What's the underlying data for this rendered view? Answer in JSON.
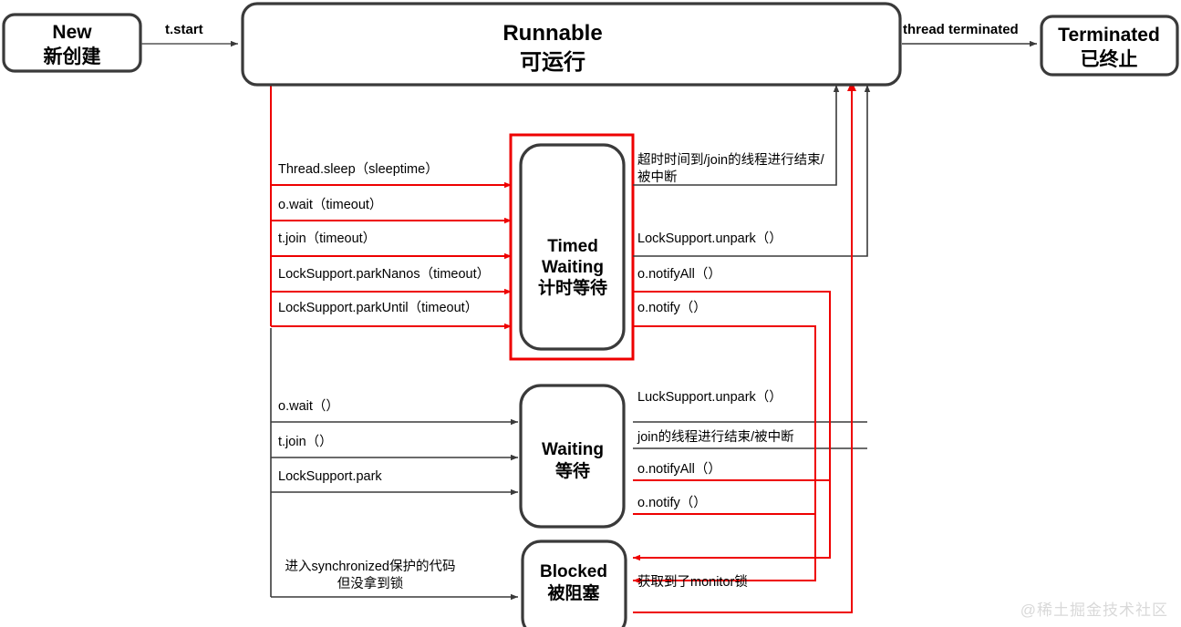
{
  "diagram": {
    "title": "Java Thread State Transition Diagram",
    "colors": {
      "stroke_dark": "#3a3a3a",
      "stroke_red": "#ee0000",
      "text": "#000000",
      "watermark": "#d9d9d9"
    },
    "watermark": "@稀土掘金技术社区"
  },
  "states": {
    "new": {
      "en": "New",
      "zh": "新创建"
    },
    "runnable": {
      "en": "Runnable",
      "zh": "可运行"
    },
    "terminated": {
      "en": "Terminated",
      "zh": "已终止"
    },
    "timed_waiting": {
      "en": "Timed",
      "en2": "Waiting",
      "zh": "计时等待"
    },
    "waiting": {
      "en": "Waiting",
      "zh": "等待"
    },
    "blocked": {
      "en": "Blocked",
      "zh": "被阻塞"
    }
  },
  "edges": {
    "new_to_runnable": "t.start",
    "runnable_to_terminated": "thread terminated",
    "to_timed_waiting": [
      "Thread.sleep（sleeptime）",
      "o.wait（timeout）",
      "t.join（timeout）",
      "LockSupport.parkNanos（timeout）",
      "LockSupport.parkUntil（timeout）"
    ],
    "from_timed_waiting": [
      {
        "line1": "超时时间到/join的线程进行结束/",
        "line2": "被中断"
      },
      {
        "line1": "LockSupport.unpark（）"
      },
      {
        "line1": "o.notifyAll（）"
      },
      {
        "line1": "o.notify（）"
      }
    ],
    "to_waiting": [
      "o.wait（）",
      "t.join（）",
      "LockSupport.park"
    ],
    "from_waiting": [
      "LuckSupport.unpark（）",
      "join的线程进行结束/被中断",
      "o.notifyAll（）",
      "o.notify（）"
    ],
    "to_blocked": {
      "line1": "进入synchronized保护的代码",
      "line2": "但没拿到锁"
    },
    "from_blocked": "获取到了monitor锁"
  }
}
